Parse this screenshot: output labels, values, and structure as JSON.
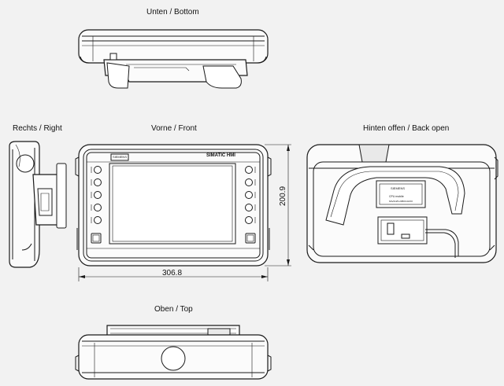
{
  "views": {
    "bottom": {
      "label": "Unten / Bottom"
    },
    "right": {
      "label": "Rechts / Right"
    },
    "front": {
      "label": "Vorne / Front",
      "brand_plate": "SIEMENS",
      "product_name": "SIMATIC HMI"
    },
    "back": {
      "label": "Hinten offen / Back open",
      "rating_plate": {
        "brand": "SIEMENS",
        "line1": "CPU mobile",
        "line2": "6AV2125-2JB03-0AX0"
      }
    },
    "top": {
      "label": "Oben / Top"
    }
  },
  "dimensions": {
    "width": "306.8",
    "height": "200.9"
  }
}
